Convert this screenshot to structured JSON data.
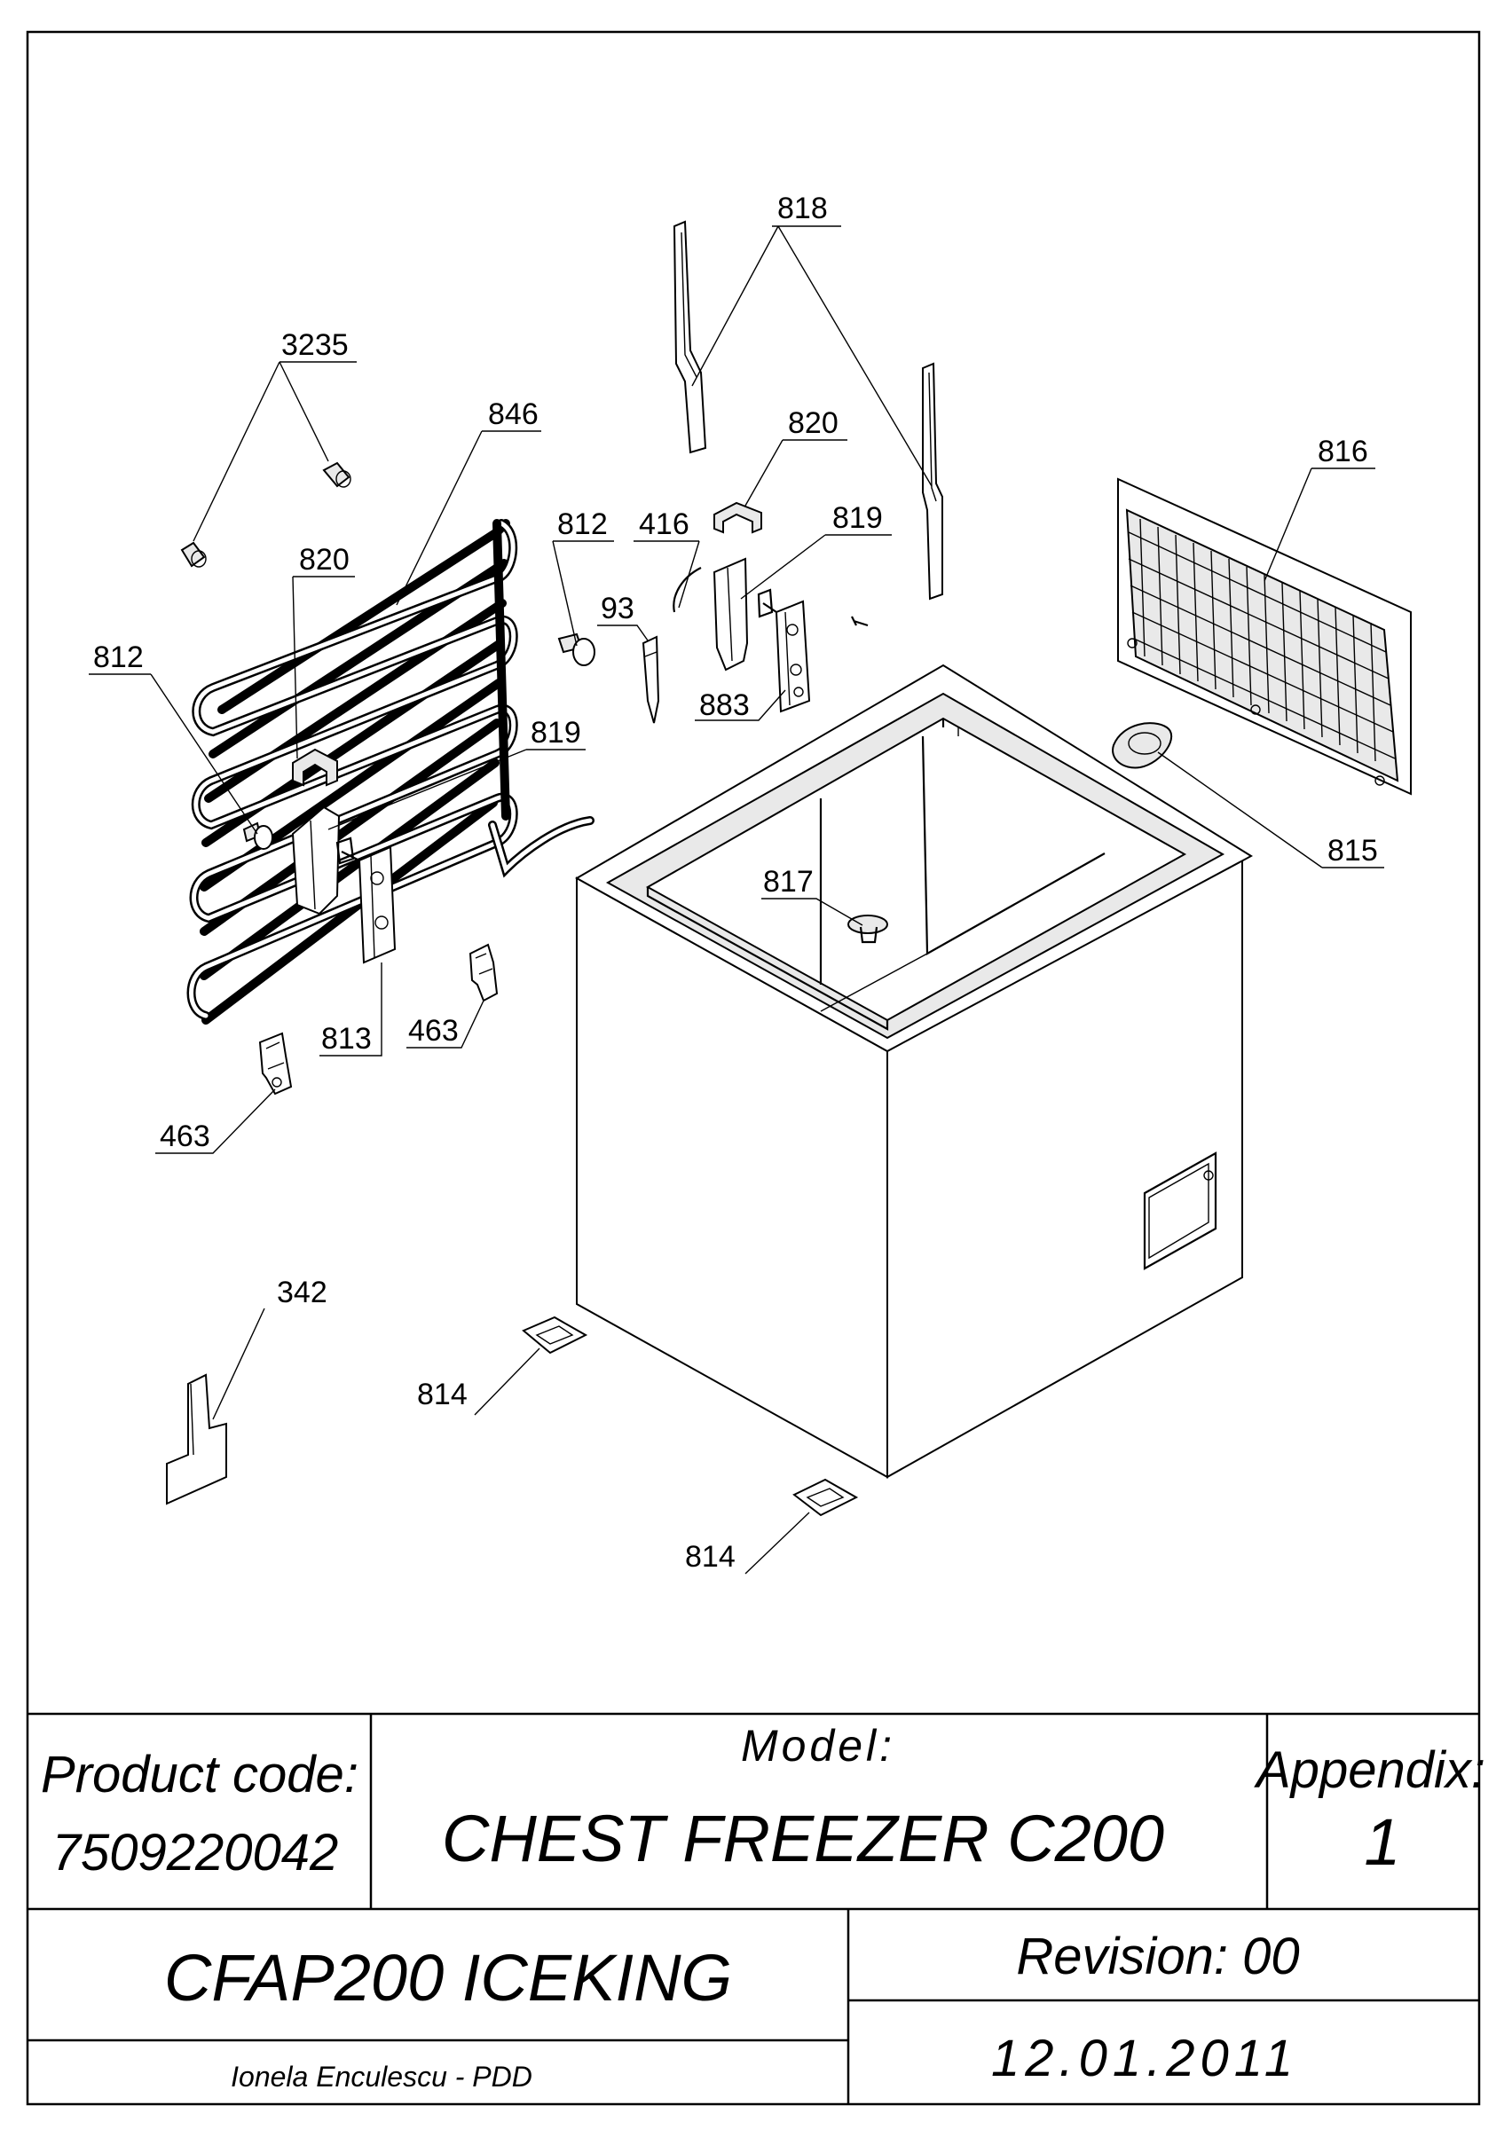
{
  "callouts": {
    "c818": "818",
    "c3235": "3235",
    "c846": "846",
    "c820a": "820",
    "c820b": "820",
    "c816": "816",
    "c812a": "812",
    "c812b": "812",
    "c416": "416",
    "c819a": "819",
    "c819b": "819",
    "c93": "93",
    "c883": "883",
    "c815": "815",
    "c817": "817",
    "c813": "813",
    "c463a": "463",
    "c463b": "463",
    "c342": "342",
    "c814a": "814",
    "c814b": "814"
  },
  "title_block": {
    "product_code_label": "Product code:",
    "product_code_value": "7509220042",
    "model_label": "Model:",
    "model_value": "CHEST FREEZER C200",
    "appendix_label": "Appendix:",
    "appendix_value": "1",
    "product_name": "CFAP200 ICEKING",
    "revision": "Revision: 00",
    "author": "Ionela Enculescu - PDD",
    "date": "12.01.2011"
  }
}
